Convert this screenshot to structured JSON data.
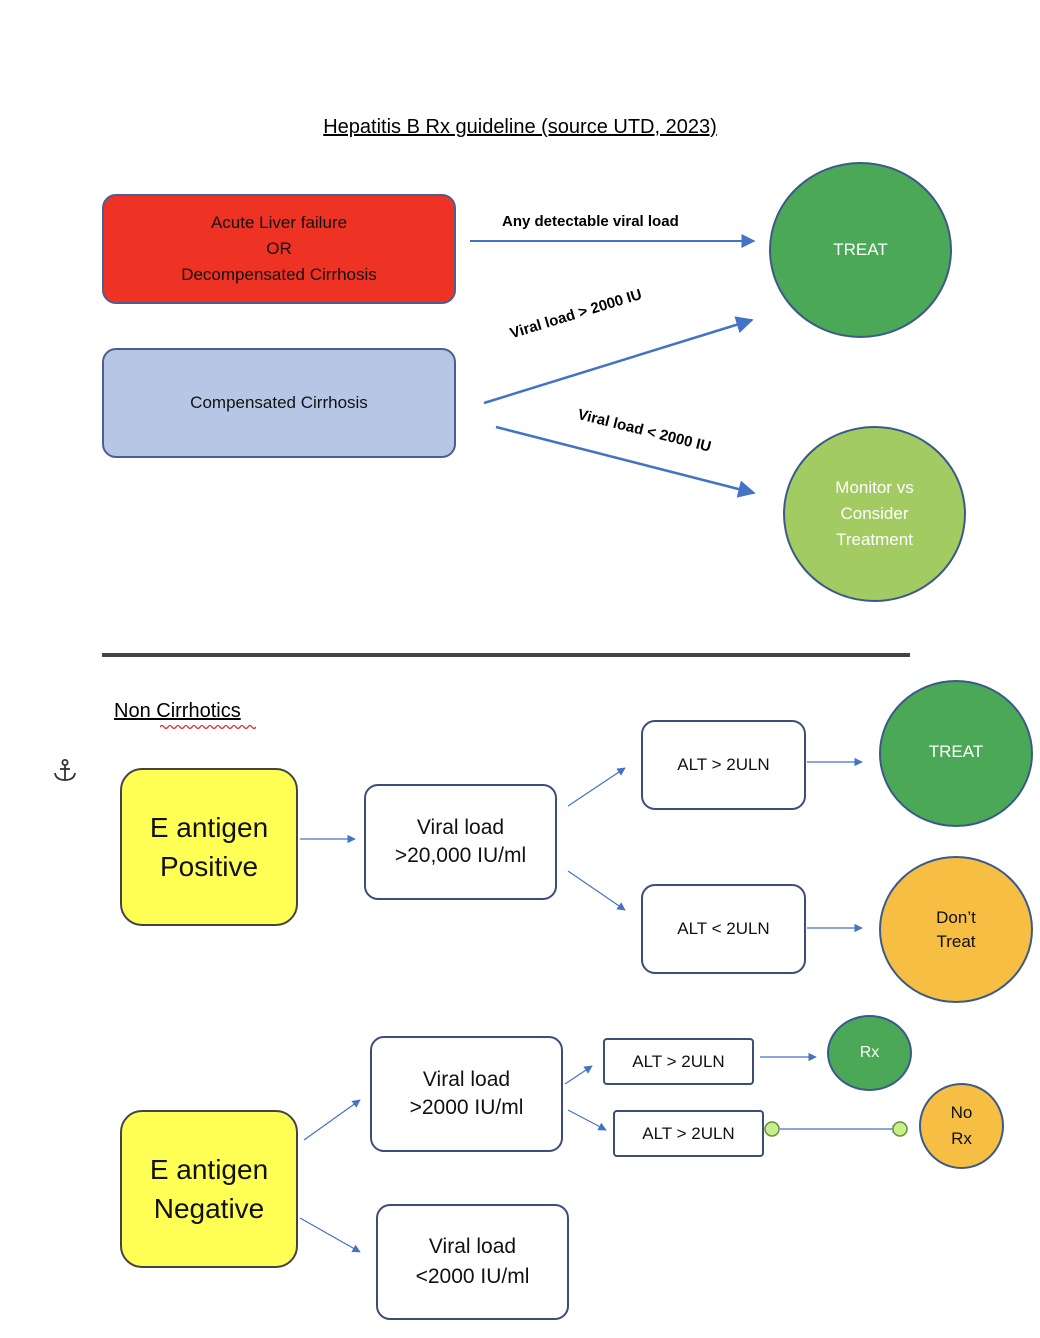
{
  "title": "Hepatitis B Rx guideline (source UTD, 2023)",
  "cirrhotic": {
    "acute_box": [
      "Acute Liver failure",
      "OR",
      "Decompensated Cirrhosis"
    ],
    "compensated_box": "Compensated Cirrhosis",
    "treat_circle": "TREAT",
    "monitor_circle": [
      "Monitor vs",
      "Consider",
      "Treatment"
    ],
    "edge_any": "Any detectable viral load",
    "edge_gt": "Viral load > 2000 IU",
    "edge_lt": "Viral load < 2000 IU"
  },
  "non_cirrhotic": {
    "heading": "Non Cirrhotics",
    "e_pos": [
      "E antigen",
      "Positive"
    ],
    "e_pos_viral": [
      "Viral load",
      ">20,000 IU/ml"
    ],
    "e_pos_alt_high": "ALT > 2ULN",
    "e_pos_alt_low": "ALT < 2ULN",
    "treat_circle": "TREAT",
    "dont_treat_circle": [
      "Don’t",
      "Treat"
    ],
    "e_neg": [
      "E antigen",
      "Negative"
    ],
    "e_neg_viral_high": [
      "Viral load",
      ">2000 IU/ml"
    ],
    "e_neg_viral_low": [
      "Viral load",
      "<2000 IU/ml"
    ],
    "e_neg_alt_1": "ALT > 2ULN",
    "e_neg_alt_2": "ALT > 2ULN",
    "rx_circle": "Rx",
    "no_rx_circle": [
      "No",
      "Rx"
    ]
  },
  "colors": {
    "arrow": "#4472c4",
    "red": "#ee3224",
    "blue_box": "#b6c7e6",
    "yellow": "#ffff55",
    "dark_green": "#4aa856",
    "light_green": "#a2cc62",
    "orange": "#f6be43"
  },
  "icons": {
    "anchor": "anchor-icon"
  }
}
